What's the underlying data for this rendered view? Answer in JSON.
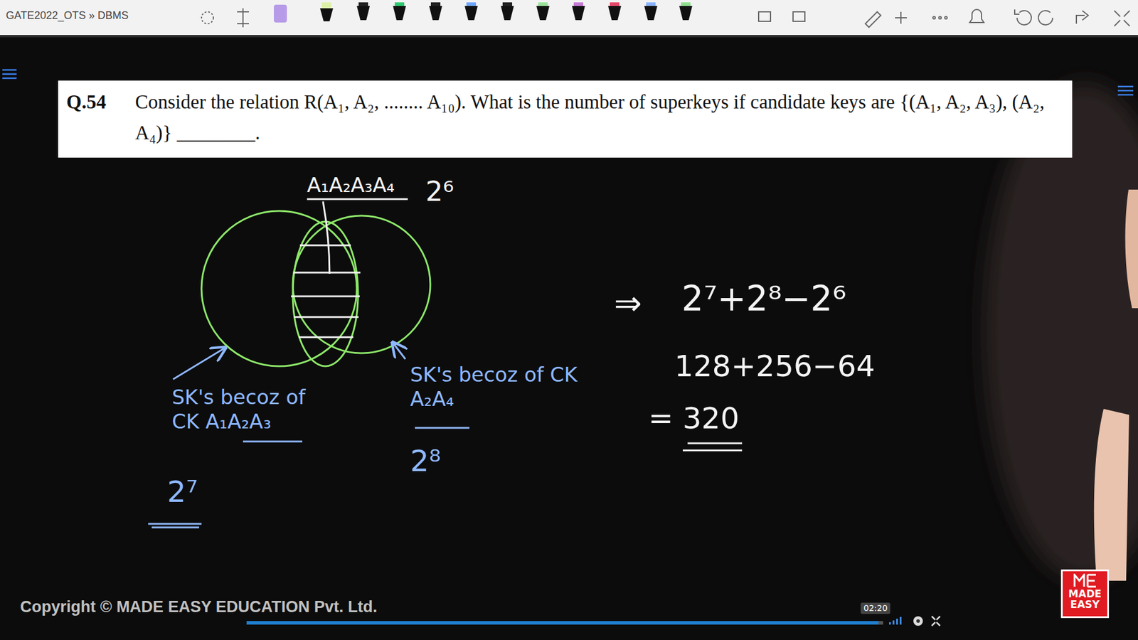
{
  "diagram": {
    "nodes": [
      {
        "text": [
          "Q.54",
          "Consider the relation R(A₁, A₂, ........ A₁₀). What is the number of superkeys if candidate keys are {(A₁, A₂, A₃), (A₂, A₄)} ________."
        ]
      },
      {
        "text": [
          "MADE EASY"
        ]
      }
    ],
    "labels": [
      "GATE2022_OTS » DBMS",
      "A₁A₂A₃A₄",
      "2⁶",
      "SK's becoz of CK A₁A₂A₃",
      "2⁷",
      "SK's becoz of CK A₂A₄",
      "2⁸",
      "⇒",
      "2⁷+2⁸−2⁶",
      "128+256−64",
      "= 320",
      "Copyright © MADE EASY EDUCATION Pvt. Ltd.",
      "02:20"
    ]
  }
}
